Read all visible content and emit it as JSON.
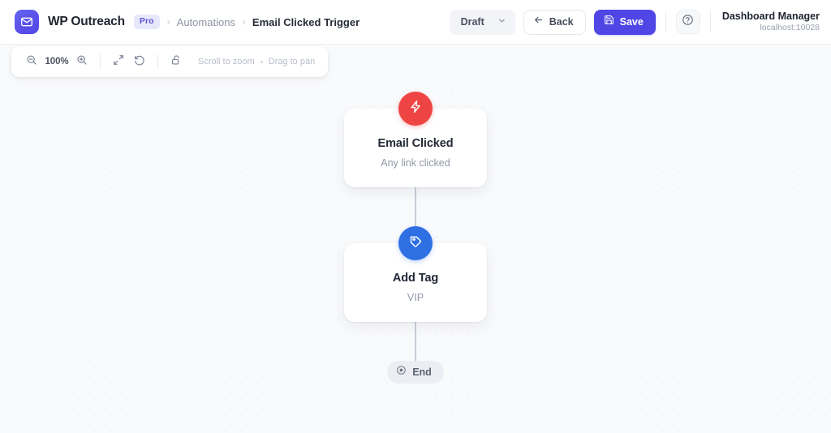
{
  "header": {
    "logo_icon": "envelope-icon",
    "brand": "WP Outreach",
    "pro_badge": "Pro",
    "breadcrumb": {
      "separator": "›",
      "parent": "Automations",
      "current": "Email Clicked Trigger"
    },
    "status": {
      "value": "Draft",
      "chevron_icon": "chevron-down-icon"
    },
    "back_button": {
      "label": "Back",
      "icon": "arrow-left-icon"
    },
    "save_button": {
      "label": "Save",
      "icon": "floppy-disk-icon"
    },
    "help_button": {
      "icon": "question-circle-icon"
    },
    "user": {
      "name": "Dashboard Manager",
      "host": "localhost:10028"
    }
  },
  "toolbar": {
    "zoom_out_icon": "magnifier-minus-icon",
    "zoom_level": "100%",
    "zoom_in_icon": "magnifier-plus-icon",
    "fit_icon": "expand-arrows-icon",
    "reset_icon": "reset-circular-arrow-icon",
    "lock_icon": "open-padlock-icon",
    "hint_scroll": "Scroll to zoom",
    "hint_dot": "•",
    "hint_drag": "Drag to pan"
  },
  "flow": {
    "nodes": [
      {
        "id": "trigger",
        "title": "Email Clicked",
        "subtitle": "Any link clicked",
        "badge_icon": "lightning-bolt-icon",
        "badge_color": "#ef4444"
      },
      {
        "id": "action",
        "title": "Add Tag",
        "subtitle": "VIP",
        "badge_icon": "tag-icon",
        "badge_color": "#2f6fe4"
      }
    ],
    "end": {
      "label": "End",
      "icon": "target-dot-icon"
    }
  },
  "colors": {
    "brand_indigo": "#4f46e5",
    "trigger_red": "#ef4444",
    "action_blue": "#2f6fe4",
    "canvas_bg": "#f9fafc"
  }
}
